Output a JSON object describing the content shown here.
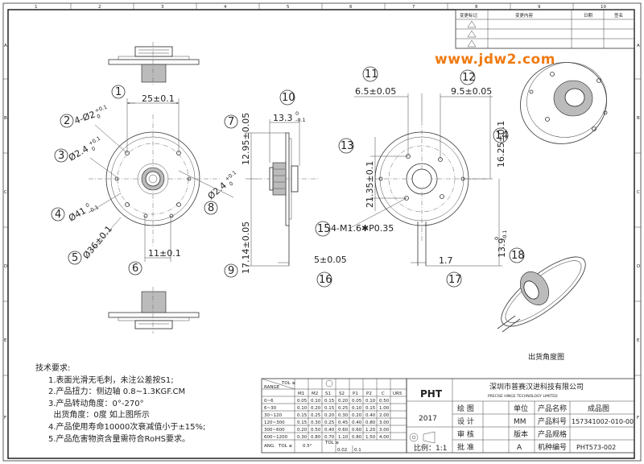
{
  "watermark": "www.jdw2.com",
  "border": {
    "top_numbers": [
      "1",
      "2",
      "3",
      "4",
      "5",
      "6",
      "7",
      "8",
      "9",
      "10"
    ],
    "side_letters": [
      "A",
      "B",
      "C",
      "D",
      "E",
      "F"
    ]
  },
  "revision": {
    "headers": [
      "变更标记",
      "变更内容",
      "日期",
      "签名"
    ]
  },
  "balloons": [
    "1",
    "2",
    "3",
    "4",
    "5",
    "6",
    "7",
    "8",
    "9",
    "10",
    "11",
    "12",
    "13",
    "14",
    "15",
    "16",
    "17",
    "18"
  ],
  "dims": {
    "d1": "25±0.1",
    "d2a": "4-Ø2",
    "d2b": "+0.1",
    "d2c": "0",
    "d3a": "Ø2.4",
    "d3b": "+0.1",
    "d3c": "0",
    "d4a": "Ø41",
    "d4b": "0",
    "d4c": "-0.1",
    "d5": "Ø36±0.1",
    "d6": "11±0.1",
    "d7": "12.95±0.05",
    "d8a": "Ø2.4",
    "d8b": "+0.1",
    "d8c": "0",
    "d9": "17.14±0.05",
    "d10a": "13.3",
    "d10b": "0",
    "d10c": "-0.1",
    "d11": "6.5±0.05",
    "d12": "9.5±0.05",
    "d13": "21.35±0.1",
    "d14": "16.25±0.1",
    "d15": "4-M1.6✱P0.35",
    "d16": "5±0.05",
    "d17": "1.7",
    "d18a": "13.9",
    "d18b": "0",
    "d18c": "-0.1"
  },
  "shipping_label": "出货角度图",
  "requirements": {
    "title": "技术要求:",
    "items": [
      "1.表面光滑无毛刺，未注公差按S1;",
      "2.产品扭力：侧边轴 0.8~1.3KGF.CM",
      "3.产品转动角度：0°-270°",
      "  出货角度：0度 如上图所示",
      "4.产品使用寿命10000次衰减值小于±15%;",
      "5.产品危害物资含量需符合RoHS要求。"
    ]
  },
  "tolerance": {
    "corner": "TOL ≤",
    "range_label": "RANGE",
    "cols": [
      "M1",
      "M2",
      "S1",
      "S2",
      "P1",
      "P2",
      "C",
      "UR5"
    ],
    "rows": [
      {
        "range": "0~6",
        "vals": [
          "0.05",
          "0.10",
          "0.15",
          "0.20",
          "0.05",
          "0.10",
          "0.50"
        ]
      },
      {
        "range": "6~30",
        "vals": [
          "0.10",
          "0.20",
          "0.15",
          "0.25",
          "0.10",
          "0.15",
          "1.00"
        ]
      },
      {
        "range": "30~120",
        "vals": [
          "0.15",
          "0.25",
          "0.20",
          "0.30",
          "0.20",
          "0.40",
          "2.00"
        ]
      },
      {
        "range": "120~300",
        "vals": [
          "0.15",
          "0.30",
          "0.25",
          "0.45",
          "0.40",
          "0.80",
          "3.00"
        ]
      },
      {
        "range": "300~600",
        "vals": [
          "0.20",
          "0.50",
          "0.40",
          "0.60",
          "0.60",
          "1.20",
          "3.00"
        ]
      },
      {
        "range": "600~1200",
        "vals": [
          "0.30",
          "0.80",
          "0.70",
          "1.10",
          "0.80",
          "1.50",
          "4.00"
        ]
      }
    ],
    "ang_label": "ANG.",
    "ang_tol_label": "TOL ≤",
    "ang_val": "0.5°",
    "tol_label": "TOL ≤",
    "tol_val": "0.02",
    "tol_val2": "0.1"
  },
  "titleblock": {
    "logo": "PHT",
    "company_cn": "深圳市普赛汉进科技有限公司",
    "company_en": "PRECISE HINGE TECHNOLOGY LIMITED",
    "year": "2017",
    "scale": "比例：1:1",
    "rows_left": [
      "绘 图",
      "设 计",
      "审 核",
      "批 准"
    ],
    "unit_label": "单位",
    "unit_value": "MM",
    "version_label": "版本",
    "version_value": "A",
    "product_name_label": "产品名称",
    "product_name": "成品图",
    "product_no_label": "产品料号",
    "product_no": "157341002-010-00",
    "spec_label": "产品规格",
    "machine_label": "机种编号",
    "machine_no": "PHT573-002"
  }
}
